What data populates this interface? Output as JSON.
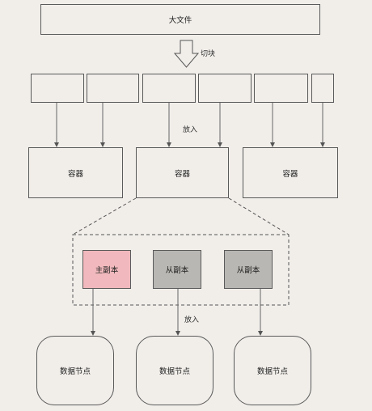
{
  "big_file": "大文件",
  "split_label": "切块",
  "put_in_label_1": "放入",
  "put_in_label_2": "放入",
  "containers": [
    "容器",
    "容器",
    "容器"
  ],
  "replicas": [
    "主副本",
    "从副本",
    "从副本"
  ],
  "data_nodes": [
    "数据节点",
    "数据节点",
    "数据节点"
  ],
  "colors": {
    "background": "#f1eeea",
    "primary_replica": "#f1b9bd",
    "secondary_replica": "#b9b7b3",
    "stroke": "#5a5a5a"
  }
}
